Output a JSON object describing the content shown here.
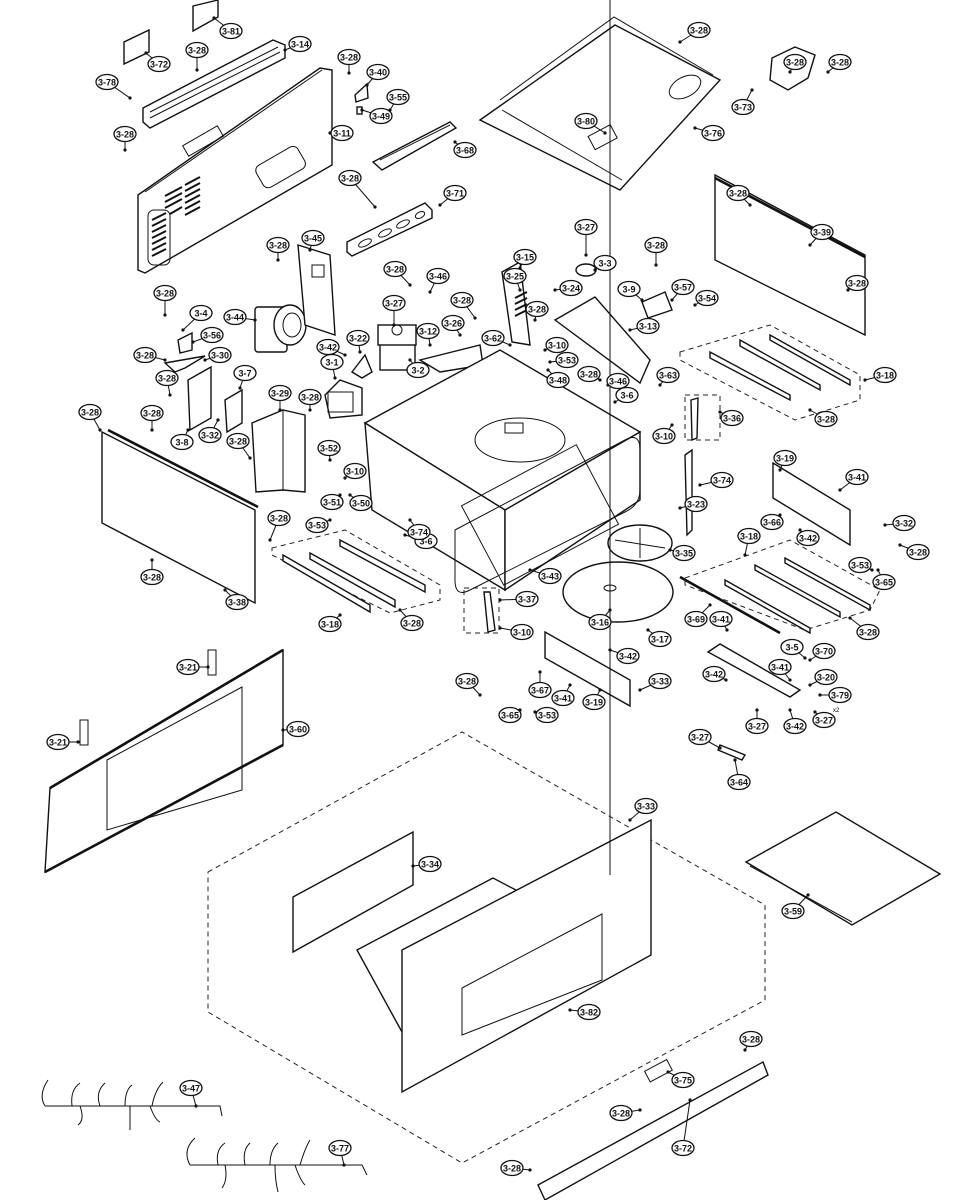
{
  "diagram": {
    "type": "exploded-parts-view",
    "subject": "over-the-range microwave oven cabinet and panel assembly",
    "callouts": [
      {
        "id": "c1",
        "label": "3-81"
      },
      {
        "id": "c2",
        "label": "3-72"
      },
      {
        "id": "c3",
        "label": "3-28"
      },
      {
        "id": "c4",
        "label": "3-14"
      },
      {
        "id": "c5",
        "label": "3-78"
      },
      {
        "id": "c6",
        "label": "3-28"
      },
      {
        "id": "c7",
        "label": "3-11"
      },
      {
        "id": "c8",
        "label": "3-28"
      },
      {
        "id": "c9",
        "label": "3-40"
      },
      {
        "id": "c10",
        "label": "3-49"
      },
      {
        "id": "c11",
        "label": "3-55"
      },
      {
        "id": "c12",
        "label": "3-68"
      },
      {
        "id": "c13",
        "label": "3-28"
      },
      {
        "id": "c14",
        "label": "3-71"
      },
      {
        "id": "c15",
        "label": "3-28"
      },
      {
        "id": "c16",
        "label": "3-80"
      },
      {
        "id": "c17",
        "label": "3-76"
      },
      {
        "id": "c18",
        "label": "3-28"
      },
      {
        "id": "c19",
        "label": "3-73"
      },
      {
        "id": "c20",
        "label": "3-28"
      },
      {
        "id": "c21",
        "label": "3-28"
      },
      {
        "id": "c22",
        "label": "3-39"
      },
      {
        "id": "c23",
        "label": "3-28"
      },
      {
        "id": "c24",
        "label": "3-28"
      },
      {
        "id": "c25",
        "label": "3-45"
      },
      {
        "id": "c26",
        "label": "3-44"
      },
      {
        "id": "c27",
        "label": "3-28"
      },
      {
        "id": "c28",
        "label": "3-4"
      },
      {
        "id": "c29",
        "label": "3-56"
      },
      {
        "id": "c30",
        "label": "3-28"
      },
      {
        "id": "c31",
        "label": "3-30"
      },
      {
        "id": "c32",
        "label": "3-28"
      },
      {
        "id": "c33",
        "label": "3-7"
      },
      {
        "id": "c34",
        "label": "3-8"
      },
      {
        "id": "c35",
        "label": "3-32"
      },
      {
        "id": "c36",
        "label": "3-29"
      },
      {
        "id": "c37",
        "label": "3-28"
      },
      {
        "id": "c38",
        "label": "3-28"
      },
      {
        "id": "c39",
        "label": "3-28"
      },
      {
        "id": "c40",
        "label": "3-42"
      },
      {
        "id": "c41",
        "label": "3-22"
      },
      {
        "id": "c42",
        "label": "3-1"
      },
      {
        "id": "c43",
        "label": "3-28"
      },
      {
        "id": "c44",
        "label": "3-27"
      },
      {
        "id": "c45",
        "label": "3-28"
      },
      {
        "id": "c46",
        "label": "3-46"
      },
      {
        "id": "c47",
        "label": "3-12"
      },
      {
        "id": "c48",
        "label": "3-2"
      },
      {
        "id": "c49",
        "label": "3-28"
      },
      {
        "id": "c50",
        "label": "3-26"
      },
      {
        "id": "c51",
        "label": "3-25"
      },
      {
        "id": "c52",
        "label": "3-15"
      },
      {
        "id": "c53",
        "label": "3-24"
      },
      {
        "id": "c54",
        "label": "3-28"
      },
      {
        "id": "c55",
        "label": "3-62"
      },
      {
        "id": "c56",
        "label": "3-10"
      },
      {
        "id": "c57",
        "label": "3-53"
      },
      {
        "id": "c58",
        "label": "3-48"
      },
      {
        "id": "c59",
        "label": "3-27"
      },
      {
        "id": "c60",
        "label": "3-3"
      },
      {
        "id": "c61",
        "label": "3-28"
      },
      {
        "id": "c62",
        "label": "3-9"
      },
      {
        "id": "c63",
        "label": "3-57"
      },
      {
        "id": "c64",
        "label": "3-54"
      },
      {
        "id": "c65",
        "label": "3-13"
      },
      {
        "id": "c66",
        "label": "3-28"
      },
      {
        "id": "c67",
        "label": "3-46"
      },
      {
        "id": "c68",
        "label": "3-6"
      },
      {
        "id": "c69",
        "label": "3-63"
      },
      {
        "id": "c70",
        "label": "3-10"
      },
      {
        "id": "c71",
        "label": "3-36"
      },
      {
        "id": "c72",
        "label": "3-18"
      },
      {
        "id": "c73",
        "label": "3-28"
      },
      {
        "id": "c74",
        "label": "3-52"
      },
      {
        "id": "c75",
        "label": "3-10"
      },
      {
        "id": "c76",
        "label": "3-51"
      },
      {
        "id": "c77",
        "label": "3-50"
      },
      {
        "id": "c78",
        "label": "3-53"
      },
      {
        "id": "c79",
        "label": "3-6"
      },
      {
        "id": "c80",
        "label": "3-74"
      },
      {
        "id": "c81",
        "label": "3-28"
      },
      {
        "id": "c82",
        "label": "3-28"
      },
      {
        "id": "c83",
        "label": "3-38"
      },
      {
        "id": "c84",
        "label": "3-18"
      },
      {
        "id": "c85",
        "label": "3-28"
      },
      {
        "id": "c86",
        "label": "3-74"
      },
      {
        "id": "c87",
        "label": "3-23"
      },
      {
        "id": "c88",
        "label": "3-43"
      },
      {
        "id": "c89",
        "label": "3-35"
      },
      {
        "id": "c90",
        "label": "3-37"
      },
      {
        "id": "c91",
        "label": "3-10"
      },
      {
        "id": "c92",
        "label": "3-16"
      },
      {
        "id": "c93",
        "label": "3-17"
      },
      {
        "id": "c94",
        "label": "3-19"
      },
      {
        "id": "c95",
        "label": "3-41"
      },
      {
        "id": "c96",
        "label": "3-66"
      },
      {
        "id": "c97",
        "label": "3-42"
      },
      {
        "id": "c98",
        "label": "3-32"
      },
      {
        "id": "c99",
        "label": "3-28"
      },
      {
        "id": "c100",
        "label": "3-53"
      },
      {
        "id": "c101",
        "label": "3-65"
      },
      {
        "id": "c102",
        "label": "3-18"
      },
      {
        "id": "c103",
        "label": "3-28"
      },
      {
        "id": "c104",
        "label": "3-69"
      },
      {
        "id": "c105",
        "label": "3-41"
      },
      {
        "id": "c106",
        "label": "3-5"
      },
      {
        "id": "c107",
        "label": "3-70"
      },
      {
        "id": "c108",
        "label": "3-41"
      },
      {
        "id": "c109",
        "label": "3-20"
      },
      {
        "id": "c110",
        "label": "3-42"
      },
      {
        "id": "c111",
        "label": "3-79"
      },
      {
        "id": "c112",
        "label": "3-27"
      },
      {
        "id": "c113",
        "label": "3-42"
      },
      {
        "id": "c114",
        "label": "3-27"
      },
      {
        "id": "c115",
        "label": "3-27"
      },
      {
        "id": "c116",
        "label": "3-64"
      },
      {
        "id": "c117",
        "label": "3-42"
      },
      {
        "id": "c118",
        "label": "3-33"
      },
      {
        "id": "c119",
        "label": "3-67"
      },
      {
        "id": "c120",
        "label": "3-41"
      },
      {
        "id": "c121",
        "label": "3-19"
      },
      {
        "id": "c122",
        "label": "3-28"
      },
      {
        "id": "c123",
        "label": "3-65"
      },
      {
        "id": "c124",
        "label": "3-53"
      },
      {
        "id": "c125",
        "label": "3-21"
      },
      {
        "id": "c126",
        "label": "3-21"
      },
      {
        "id": "c127",
        "label": "3-60"
      },
      {
        "id": "c128",
        "label": "3-33"
      },
      {
        "id": "c129",
        "label": "3-34"
      },
      {
        "id": "c130",
        "label": "3-59"
      },
      {
        "id": "c131",
        "label": "3-82"
      },
      {
        "id": "c132",
        "label": "3-28"
      },
      {
        "id": "c133",
        "label": "3-75"
      },
      {
        "id": "c134",
        "label": "3-28"
      },
      {
        "id": "c135",
        "label": "3-72"
      },
      {
        "id": "c136",
        "label": "3-28"
      },
      {
        "id": "c137",
        "label": "3-47"
      },
      {
        "id": "c138",
        "label": "3-77"
      }
    ],
    "annotations": {
      "quantity_mark": "x2"
    }
  }
}
